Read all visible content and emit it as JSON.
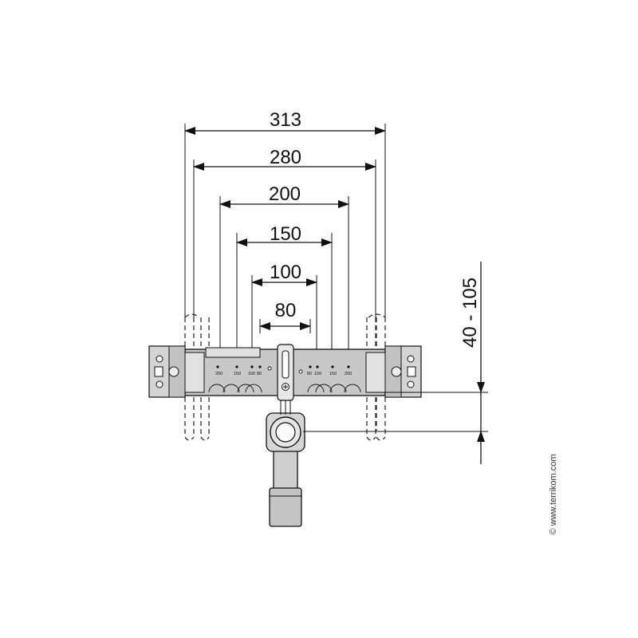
{
  "dimensions": {
    "d313": "313",
    "d280": "280",
    "d200": "200",
    "d150": "150",
    "d100": "100",
    "d80": "80",
    "vertical": "40 - 105"
  },
  "scale_left": [
    "200",
    "150",
    "100",
    "80"
  ],
  "scale_right": [
    "80",
    "100",
    "150",
    "200"
  ],
  "copyright": "© www.terrikom.com",
  "colors": {
    "line": "#111111",
    "body_fill": "#c8c8c8",
    "bracket_fill": "#d4d4d4",
    "pipe_fill": "#cfcfcf"
  }
}
